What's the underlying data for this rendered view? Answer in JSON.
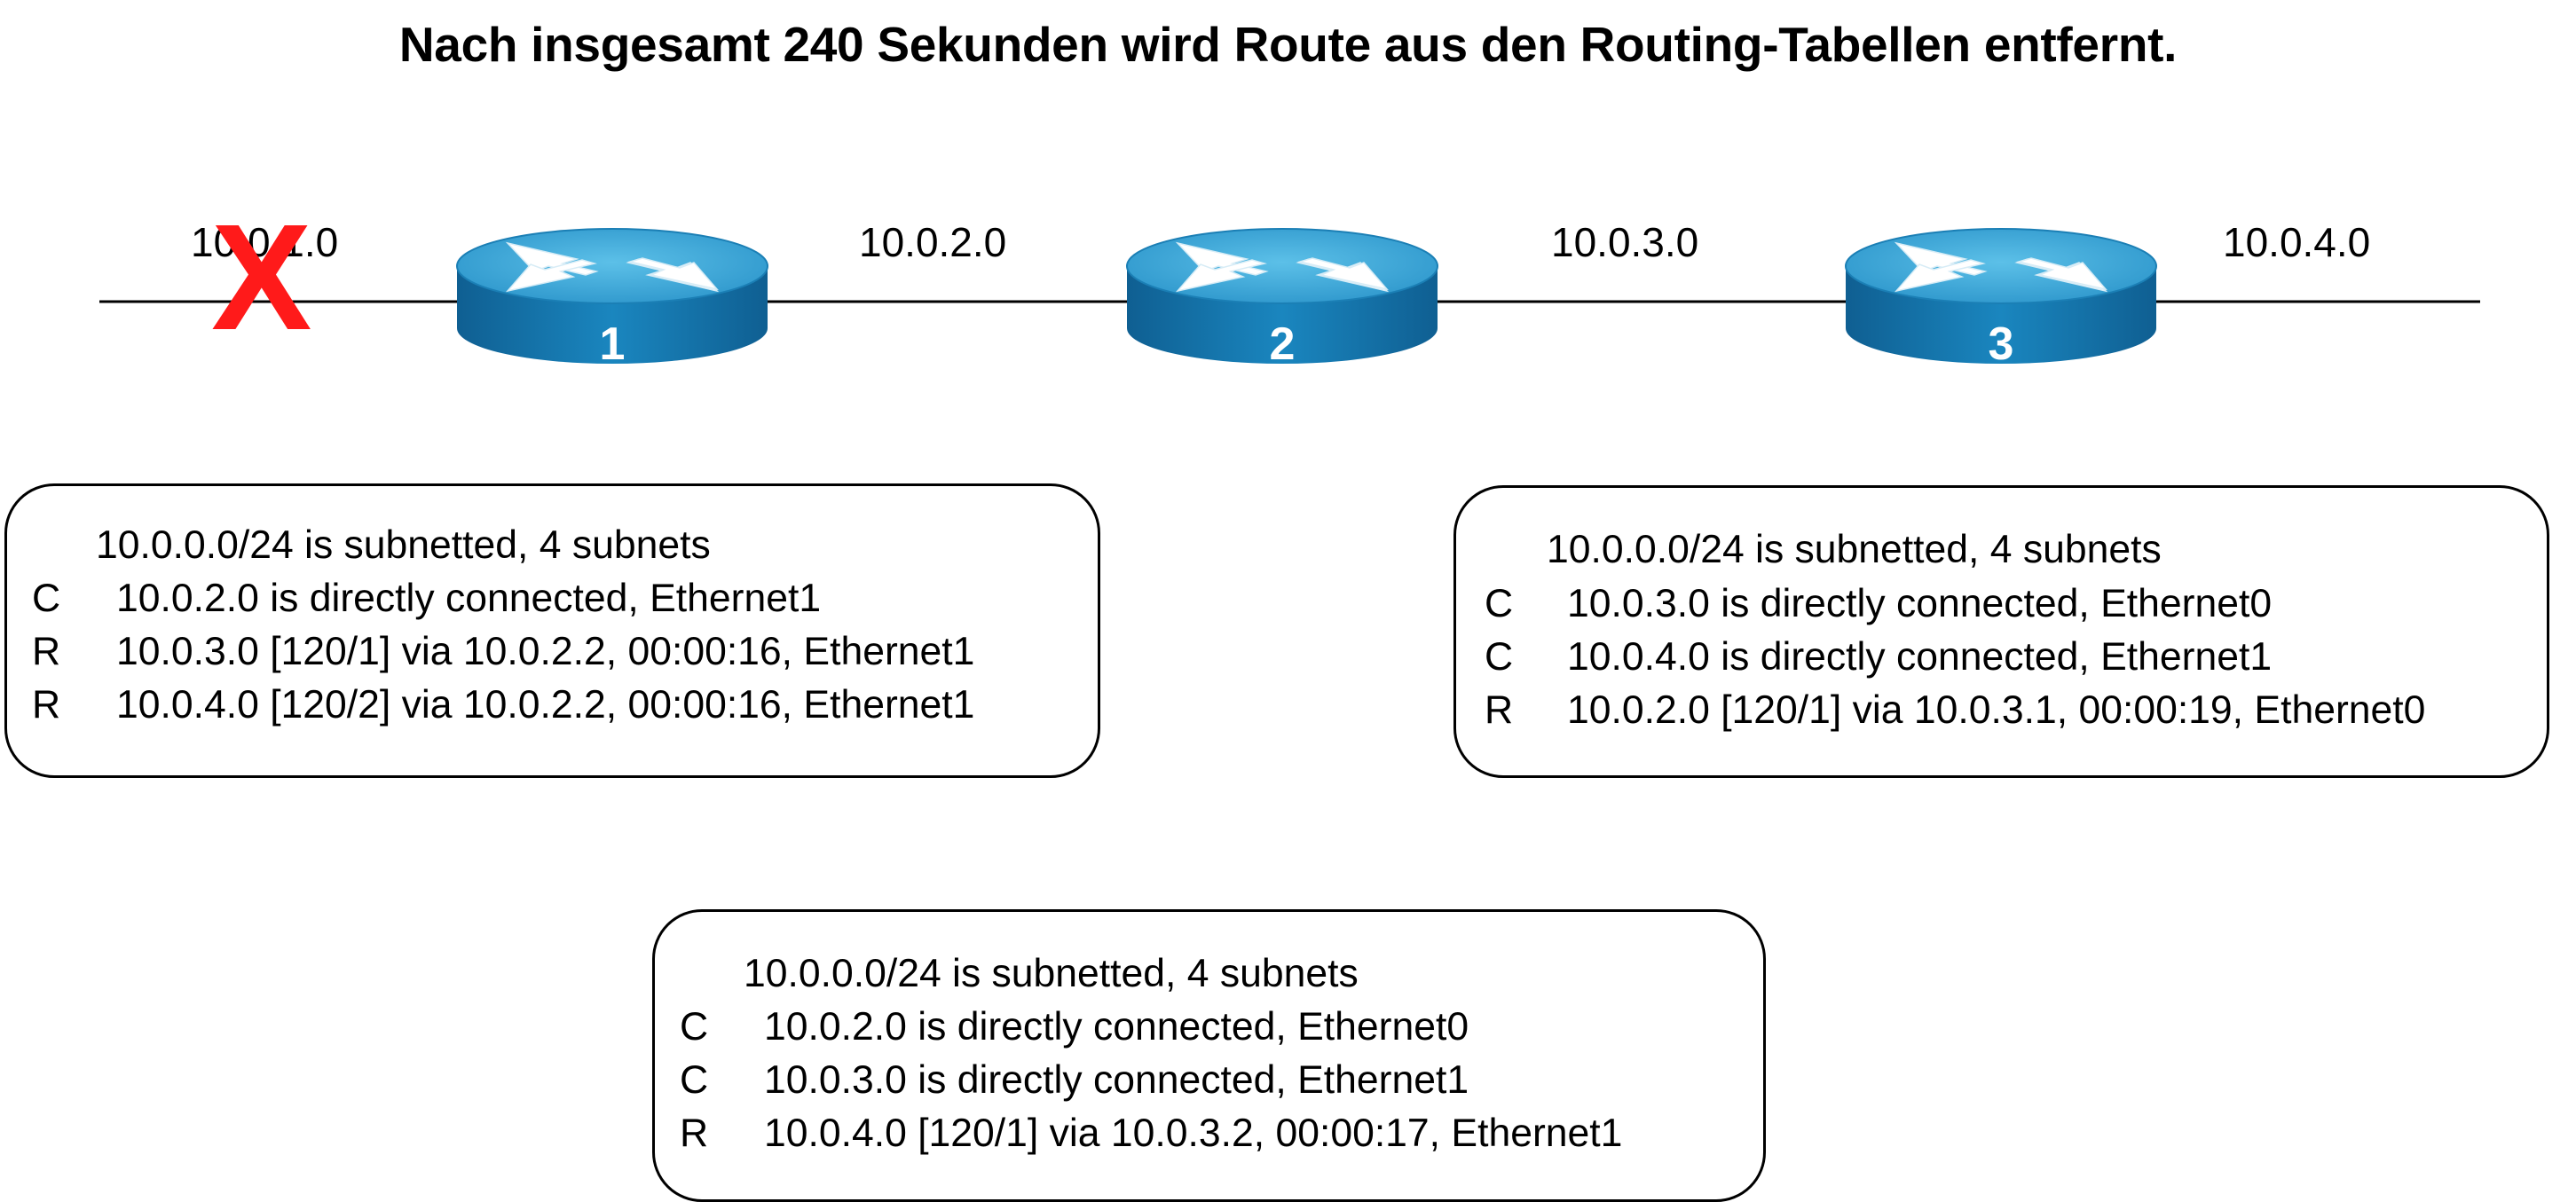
{
  "title": "Nach insgesamt 240 Sekunden wird Route aus den Routing-Tabellen entfernt.",
  "networks": [
    "10.0.1.0",
    "10.0.2.0",
    "10.0.3.0",
    "10.0.4.0"
  ],
  "failed_network_marker": "X",
  "routers": [
    {
      "label": "1"
    },
    {
      "label": "2"
    },
    {
      "label": "3"
    }
  ],
  "colors": {
    "router_top": "#3fa9d9",
    "router_side": "#1778b0",
    "failure_mark": "#ff1a1a"
  },
  "tables": {
    "router1": {
      "header": "10.0.0.0/24 is subnetted, 4 subnets",
      "rows": [
        {
          "code": "C",
          "entry": "10.0.2.0 is directly connected, Ethernet1"
        },
        {
          "code": "R",
          "entry": "10.0.3.0 [120/1] via 10.0.2.2, 00:00:16, Ethernet1"
        },
        {
          "code": "R",
          "entry": "10.0.4.0 [120/2] via 10.0.2.2, 00:00:16, Ethernet1"
        }
      ]
    },
    "router3": {
      "header": "10.0.0.0/24 is subnetted, 4 subnets",
      "rows": [
        {
          "code": "C",
          "entry": "10.0.3.0 is directly connected, Ethernet0"
        },
        {
          "code": "C",
          "entry": "10.0.4.0 is directly connected, Ethernet1"
        },
        {
          "code": "R",
          "entry": "10.0.2.0 [120/1] via 10.0.3.1, 00:00:19, Ethernet0"
        }
      ]
    },
    "router2": {
      "header": "10.0.0.0/24 is subnetted, 4 subnets",
      "rows": [
        {
          "code": "C",
          "entry": "10.0.2.0 is directly connected, Ethernet0"
        },
        {
          "code": "C",
          "entry": "10.0.3.0 is directly connected, Ethernet1"
        },
        {
          "code": "R",
          "entry": "10.0.4.0 [120/1] via 10.0.3.2, 00:00:17, Ethernet1"
        }
      ]
    }
  }
}
